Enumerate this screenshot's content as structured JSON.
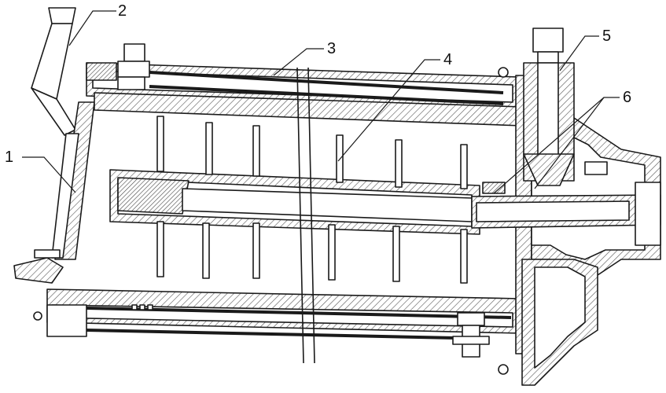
{
  "diagram": {
    "callouts": [
      {
        "id": "1",
        "label": "1"
      },
      {
        "id": "2",
        "label": "2"
      },
      {
        "id": "3",
        "label": "3"
      },
      {
        "id": "4",
        "label": "4"
      },
      {
        "id": "5",
        "label": "5"
      },
      {
        "id": "6",
        "label": "6"
      }
    ],
    "colors": {
      "line": "#1a1a1a",
      "hatch": "#555555",
      "fill": "#ffffff"
    }
  }
}
